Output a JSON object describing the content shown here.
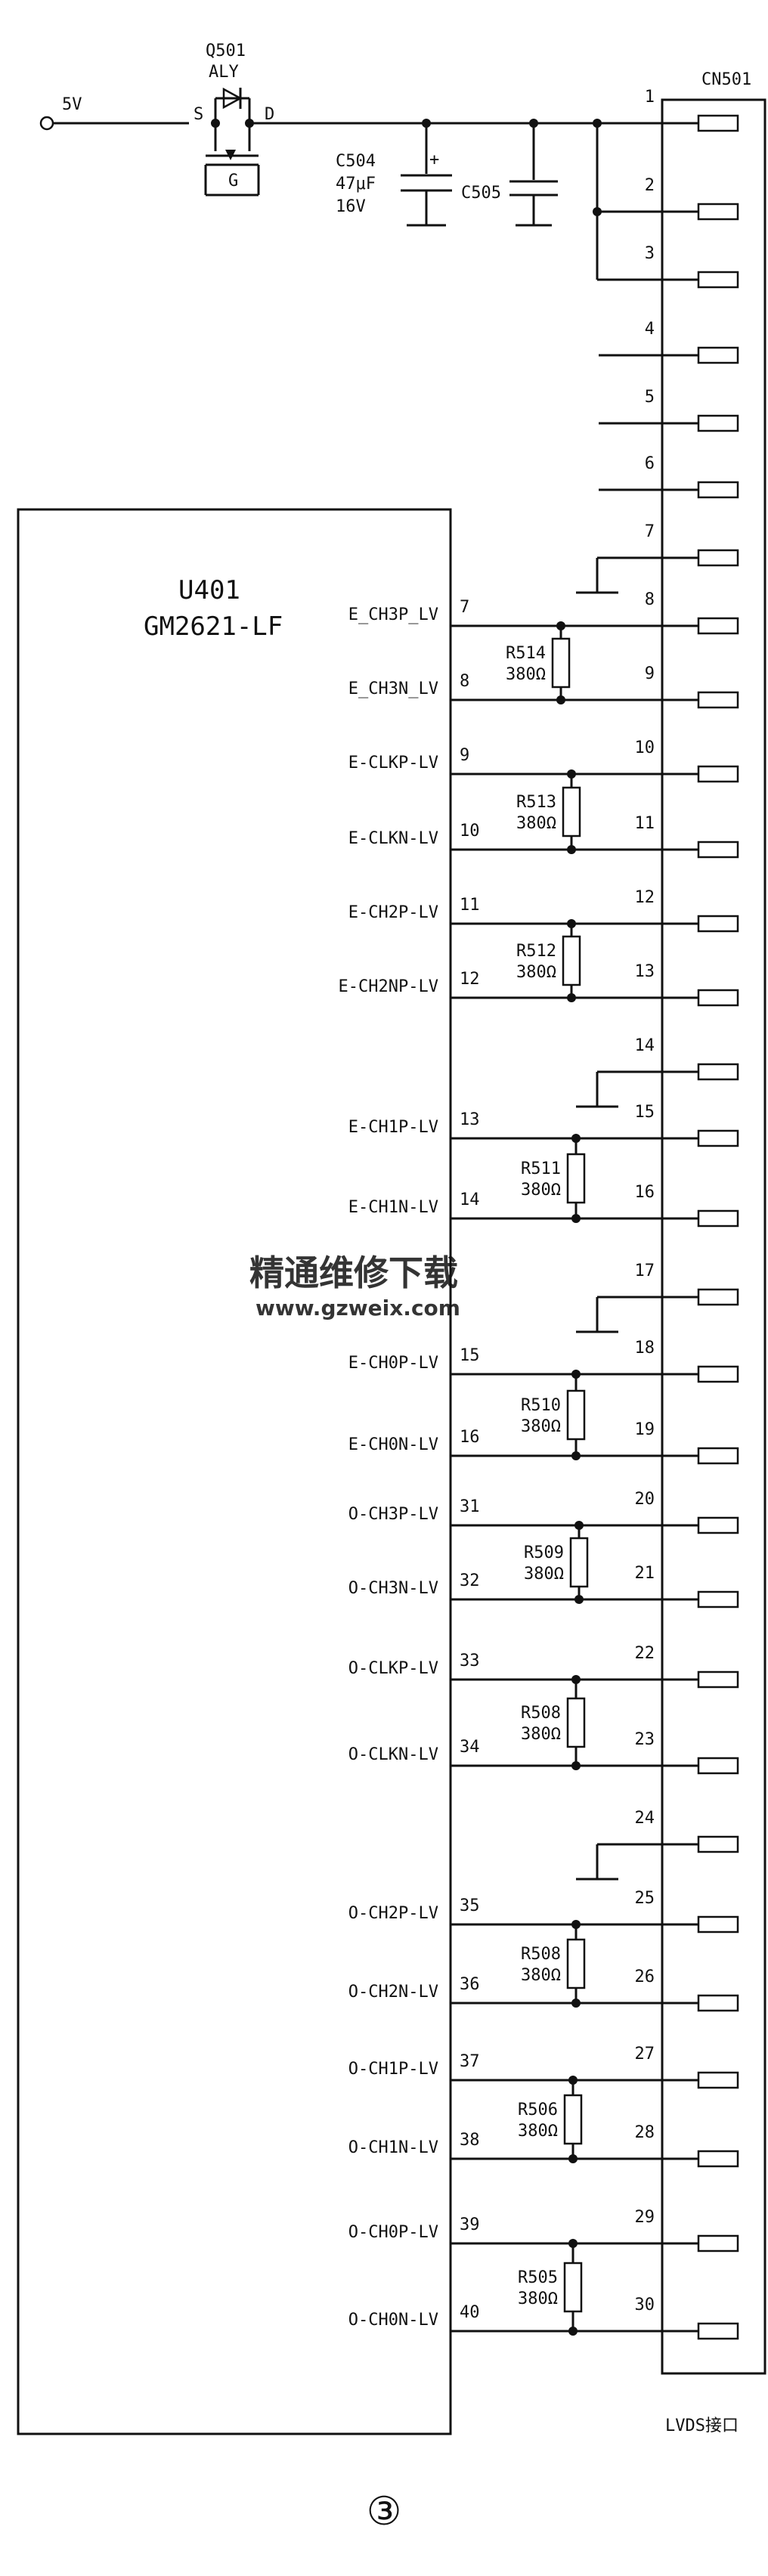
{
  "supply": {
    "label": "5V"
  },
  "q501": {
    "ref": "Q501",
    "value": "ALY",
    "s": "S",
    "d": "D",
    "g": "G"
  },
  "c504": {
    "ref": "C504",
    "value": "47μF",
    "voltage": "16V"
  },
  "c505": {
    "ref": "C505"
  },
  "connector": {
    "ref": "CN501",
    "caption": "LVDS接口"
  },
  "ic": {
    "ref": "U401",
    "part": "GM2621-LF"
  },
  "watermark": {
    "line1": "精通维修下载",
    "line2": "www.gzweix.com",
    "color": "#f4b183"
  },
  "page_marker": "③",
  "pins": [
    "1",
    "2",
    "3",
    "4",
    "5",
    "6",
    "7",
    "8",
    "9",
    "10",
    "11",
    "12",
    "13",
    "14",
    "15",
    "16",
    "17",
    "18",
    "19",
    "20",
    "21",
    "22",
    "23",
    "24",
    "25",
    "26",
    "27",
    "28",
    "29",
    "30"
  ],
  "lvds_pairs": [
    {
      "p_net": "E_CH3P_LV",
      "n_net": "E_CH3N_LV",
      "p_pin": "7",
      "n_pin": "8",
      "resistor": "R514",
      "value": "380Ω",
      "cn_p": "8",
      "cn_n": "9"
    },
    {
      "p_net": "E-CLKP-LV",
      "n_net": "E-CLKN-LV",
      "p_pin": "9",
      "n_pin": "10",
      "resistor": "R513",
      "value": "380Ω",
      "cn_p": "10",
      "cn_n": "11"
    },
    {
      "p_net": "E-CH2P-LV",
      "n_net": "E-CH2NP-LV",
      "p_pin": "11",
      "n_pin": "12",
      "resistor": "R512",
      "value": "380Ω",
      "cn_p": "12",
      "cn_n": "13"
    },
    {
      "p_net": "E-CH1P-LV",
      "n_net": "E-CH1N-LV",
      "p_pin": "13",
      "n_pin": "14",
      "resistor": "R511",
      "value": "380Ω",
      "cn_p": "15",
      "cn_n": "16"
    },
    {
      "p_net": "E-CH0P-LV",
      "n_net": "E-CH0N-LV",
      "p_pin": "15",
      "n_pin": "16",
      "resistor": "R510",
      "value": "380Ω",
      "cn_p": "18",
      "cn_n": "19"
    },
    {
      "p_net": "O-CH3P-LV",
      "n_net": "O-CH3N-LV",
      "p_pin": "31",
      "n_pin": "32",
      "resistor": "R509",
      "value": "380Ω",
      "cn_p": "20",
      "cn_n": "21"
    },
    {
      "p_net": "O-CLKP-LV",
      "n_net": "O-CLKN-LV",
      "p_pin": "33",
      "n_pin": "34",
      "resistor": "R508",
      "value": "380Ω",
      "cn_p": "22",
      "cn_n": "23"
    },
    {
      "p_net": "O-CH2P-LV",
      "n_net": "O-CH2N-LV",
      "p_pin": "35",
      "n_pin": "36",
      "resistor": "R508",
      "value": "380Ω",
      "cn_p": "25",
      "cn_n": "26"
    },
    {
      "p_net": "O-CH1P-LV",
      "n_net": "O-CH1N-LV",
      "p_pin": "37",
      "n_pin": "38",
      "resistor": "R506",
      "value": "380Ω",
      "cn_p": "27",
      "cn_n": "28"
    },
    {
      "p_net": "O-CH0P-LV",
      "n_net": "O-CH0N-LV",
      "p_pin": "39",
      "n_pin": "40",
      "resistor": "R505",
      "value": "380Ω",
      "cn_p": "29",
      "cn_n": "30"
    }
  ],
  "grounded_pins": [
    "7",
    "14",
    "17",
    "24"
  ],
  "open_pins": [
    "4",
    "5",
    "6"
  ]
}
